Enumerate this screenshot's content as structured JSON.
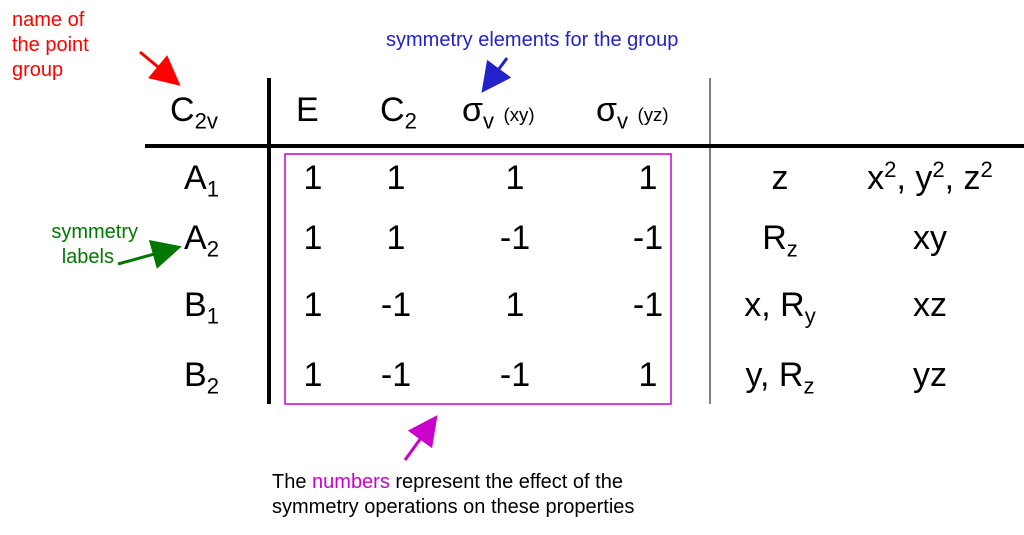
{
  "annotations": {
    "point_group_name": [
      "name of",
      "the point",
      "group"
    ],
    "symmetry_elements": "symmetry elements for the group",
    "symmetry_labels": [
      "symmetry",
      "labels"
    ],
    "numbers_note": {
      "prefix": "The ",
      "highlight": "numbers",
      "suffix": " represent the effect of the",
      "line2": "symmetry operations on these properties"
    }
  },
  "table": {
    "group": {
      "main": "C",
      "sub": "2v"
    },
    "operations": [
      {
        "main": "E",
        "sub": "",
        "extra": ""
      },
      {
        "main": "C",
        "sub": "2",
        "extra": ""
      },
      {
        "main": "σ",
        "sub": "v",
        "extra": "(xy)"
      },
      {
        "main": "σ",
        "sub": "v",
        "extra": "(yz)"
      }
    ],
    "rows": [
      {
        "label": {
          "main": "A",
          "sub": "1"
        },
        "values": [
          "1",
          "1",
          "1",
          "1"
        ],
        "linear": [
          {
            "t": "z"
          }
        ],
        "quadratic": [
          {
            "t": "x"
          },
          {
            "sup": "2"
          },
          {
            "t": ", y"
          },
          {
            "sup": "2"
          },
          {
            "t": ", z"
          },
          {
            "sup": "2"
          }
        ]
      },
      {
        "label": {
          "main": "A",
          "sub": "2"
        },
        "values": [
          "1",
          "1",
          "-1",
          "-1"
        ],
        "linear": [
          {
            "t": "R"
          },
          {
            "sub": "z"
          }
        ],
        "quadratic": [
          {
            "t": "xy"
          }
        ]
      },
      {
        "label": {
          "main": "B",
          "sub": "1"
        },
        "values": [
          "1",
          "-1",
          "1",
          "-1"
        ],
        "linear": [
          {
            "t": "x, R"
          },
          {
            "sub": "y"
          }
        ],
        "quadratic": [
          {
            "t": "xz"
          }
        ]
      },
      {
        "label": {
          "main": "B",
          "sub": "2"
        },
        "values": [
          "1",
          "-1",
          "-1",
          "1"
        ],
        "linear": [
          {
            "t": "y, R"
          },
          {
            "sub": "z"
          }
        ],
        "quadratic": [
          {
            "t": "yz"
          }
        ]
      }
    ]
  },
  "colors": {
    "red": "#ff0000",
    "blue": "#2222cc",
    "green": "#007700",
    "magenta": "#cc00cc"
  }
}
